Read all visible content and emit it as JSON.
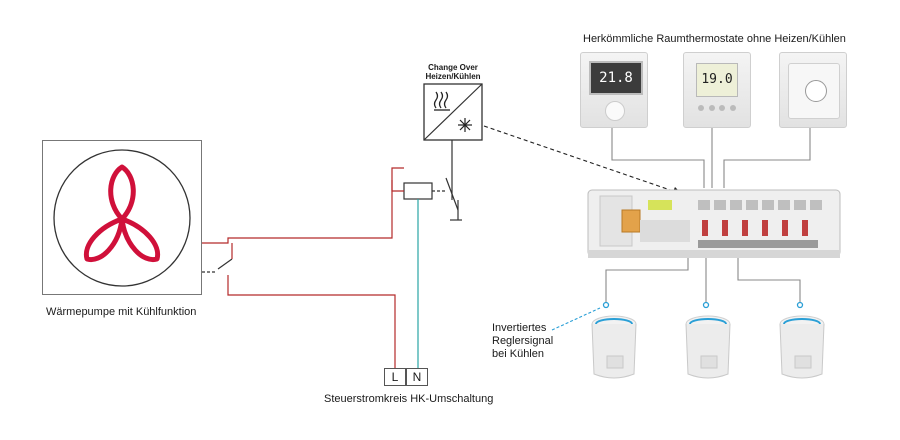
{
  "title": "Herkömmliche Raumthermostate ohne Heizen/Kühlen",
  "heat_pump": {
    "label": "Wärmepumpe mit Kühlfunktion",
    "icon": "fan-icon",
    "color": "#d0103a"
  },
  "change_over": {
    "label_line1": "Change Over",
    "label_line2": "Heizen/Kühlen",
    "heat_icon": "heat-waves-icon",
    "cool_icon": "snowflake-icon"
  },
  "control_circuit": {
    "label": "Steuerstromkreis HK-Umschaltung",
    "terminal_l": "L",
    "terminal_n": "N"
  },
  "annotation": {
    "line1": "Invertiertes",
    "line2": "Reglersignal",
    "line3": "bei Kühlen"
  },
  "thermostats": [
    {
      "name": "lcd-thermostat-black",
      "display": "21.8"
    },
    {
      "name": "lcd-thermostat-white",
      "display": "19.0"
    },
    {
      "name": "dial-thermostat",
      "display": ""
    }
  ],
  "colors": {
    "wire_red": "#b52a2a",
    "wire_teal": "#2aa5a5",
    "accent_blue": "#2a9fd6"
  }
}
